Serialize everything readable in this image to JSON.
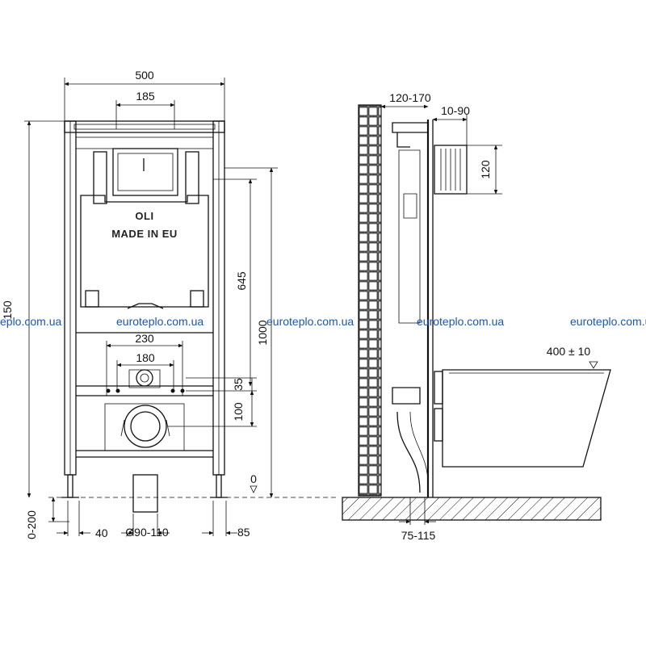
{
  "title": "",
  "front_view": {
    "dims": {
      "width_total": "500",
      "width_top": "185",
      "height_total": "150",
      "height_1000": "1000",
      "height_645": "645",
      "width_230": "230",
      "width_180": "180",
      "height_35": "35",
      "height_100": "100",
      "zero_mark": "0",
      "leg_range": "0-200",
      "leg_width": "40",
      "pipe_diameter": "Ø90-110",
      "foot_offset": "85"
    },
    "branding": {
      "logo": "OLI",
      "made_in": "MADE IN EU"
    }
  },
  "side_view": {
    "dims": {
      "wall_gap": "120-170",
      "button_depth": "10-90",
      "button_height": "120",
      "bowl_height": "400 ± 10",
      "floor_offset": "75-115"
    }
  },
  "watermark": {
    "text": "euroteplo.com.ua",
    "text_left": "eplo.com.ua",
    "text_right": "euroteplo.com.u",
    "color": "#1a58a8"
  }
}
